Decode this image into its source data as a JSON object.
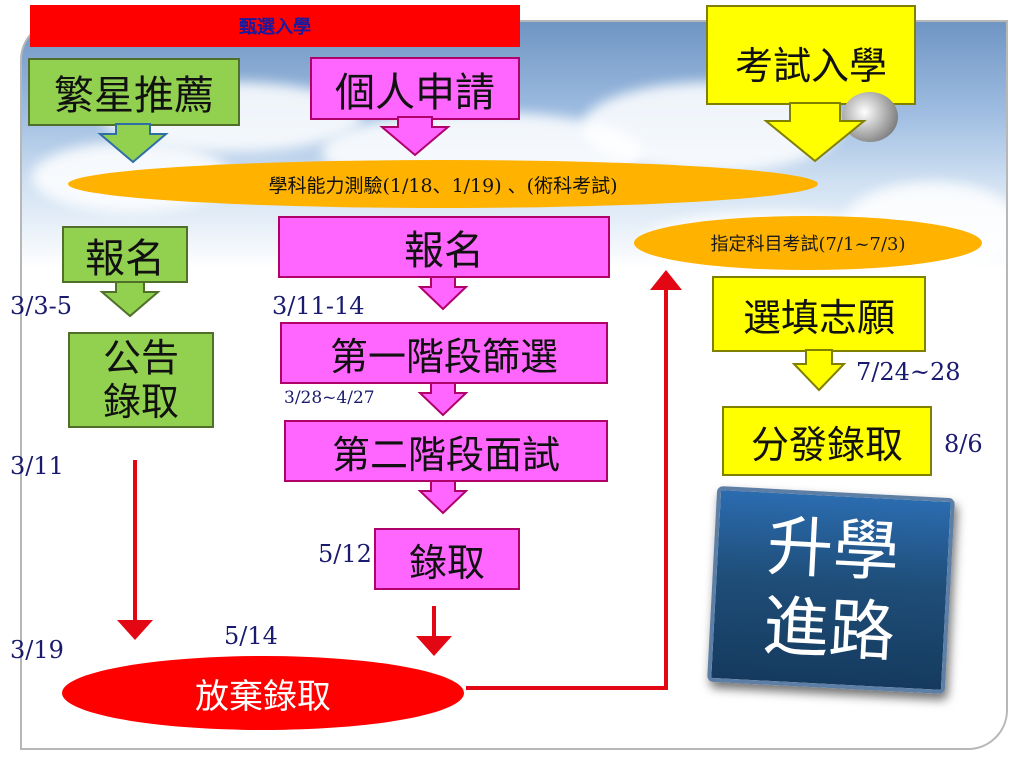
{
  "header_bar": {
    "label": "甄選入學",
    "color": "#ff0000"
  },
  "tracks": {
    "star": "繁星推薦",
    "personal": "個人申請",
    "exam": "考試入學"
  },
  "common_exam": "學科能力測驗(1/18、1/19) 、(術科考試)",
  "star_path": {
    "register": "報名",
    "register_date": "3/3-5",
    "announce": "公告\n錄取",
    "announce_date": "3/11",
    "give_up_date": "3/19"
  },
  "personal_path": {
    "register": "報名",
    "register_date": "3/11-14",
    "stage1": "第一階段篩選",
    "stage1_date": "3/28~4/27",
    "stage2": "第二階段面試",
    "admit": "錄取",
    "admit_date": "5/12",
    "give_up_date": "5/14"
  },
  "exam_path": {
    "designated": "指定科目考試(7/1~7/3)",
    "choose": "選填志願",
    "choose_date": "7/24~28",
    "assign": "分發錄取",
    "assign_date": "8/6"
  },
  "give_up": "放棄錄取",
  "badge": {
    "line1": "升學",
    "line2": "進路"
  },
  "colors": {
    "green": "#92d050",
    "pink": "#ff66ff",
    "yellow": "#ffff00",
    "orange": "#ffb200",
    "red": "#ff0000",
    "arrow_red": "#e30613",
    "badge_blue": "#1f4e79"
  }
}
